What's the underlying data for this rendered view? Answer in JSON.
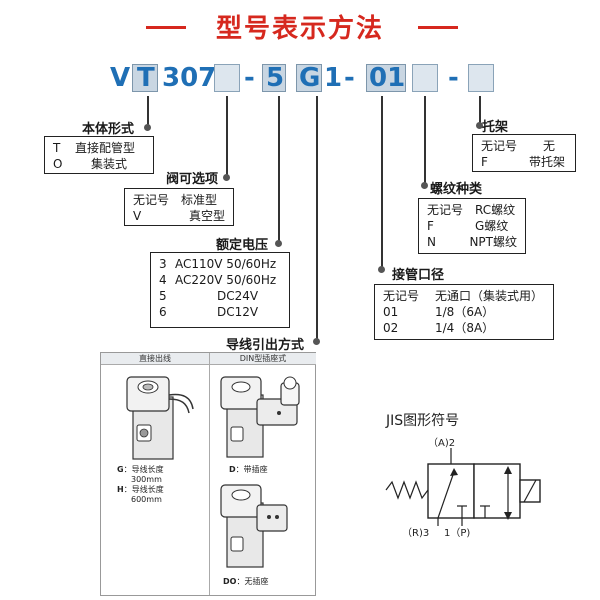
{
  "title": "型号表示方法",
  "code": {
    "v": "V",
    "t": "T",
    "n307": "307",
    "dash1": "-",
    "n5": "5",
    "g": "G",
    "n1": "1",
    "dash2": "-",
    "n01": "01",
    "dash3": "-"
  },
  "body_type": {
    "label": "本体形式",
    "rows": [
      {
        "code": "T",
        "desc": "直接配管型"
      },
      {
        "code": "O",
        "desc": "集装式"
      }
    ]
  },
  "valve_option": {
    "label": "阀可选项",
    "rows": [
      {
        "code": "无记号",
        "desc": "标准型"
      },
      {
        "code": "V",
        "desc": "真空型"
      }
    ]
  },
  "voltage": {
    "label": "额定电压",
    "rows": [
      {
        "code": "3",
        "desc": "AC110V 50/60Hz"
      },
      {
        "code": "4",
        "desc": "AC220V 50/60Hz"
      },
      {
        "code": "5",
        "desc": "DC24V"
      },
      {
        "code": "6",
        "desc": "DC12V"
      }
    ]
  },
  "lead": {
    "label": "导线引出方式",
    "col1_header": "直接出线",
    "col2_header": "DIN型插座式",
    "g_code": "G",
    "g_desc": "：导线长度",
    "g_len": "300mm",
    "h_code": "H",
    "h_desc": "：导线长度",
    "h_len": "600mm",
    "d_code": "D",
    "d_desc": "：带插座",
    "do_code": "DO",
    "do_desc": "：无插座"
  },
  "bracket": {
    "label": "托架",
    "rows": [
      {
        "code": "无记号",
        "desc": "无"
      },
      {
        "code": "F",
        "desc": "带托架"
      }
    ]
  },
  "thread": {
    "label": "螺纹种类",
    "rows": [
      {
        "code": "无记号",
        "desc": "RC螺纹"
      },
      {
        "code": "F",
        "desc": "G螺纹"
      },
      {
        "code": "N",
        "desc": "NPT螺纹"
      }
    ]
  },
  "port": {
    "label": "接管口径",
    "rows": [
      {
        "code": "无记号",
        "desc": "无通口（集装式用）"
      },
      {
        "code": "01",
        "desc": "1/8（6A）"
      },
      {
        "code": "02",
        "desc": "1/4（8A）"
      }
    ]
  },
  "jis": {
    "label": "JIS图形符号",
    "port_a": "（A)2",
    "port_r": "（R)3",
    "port_p": "1（P)"
  },
  "colors": {
    "title": "#d6281e",
    "code": "#1f6fb5",
    "box_fill": "#dde6ee"
  }
}
